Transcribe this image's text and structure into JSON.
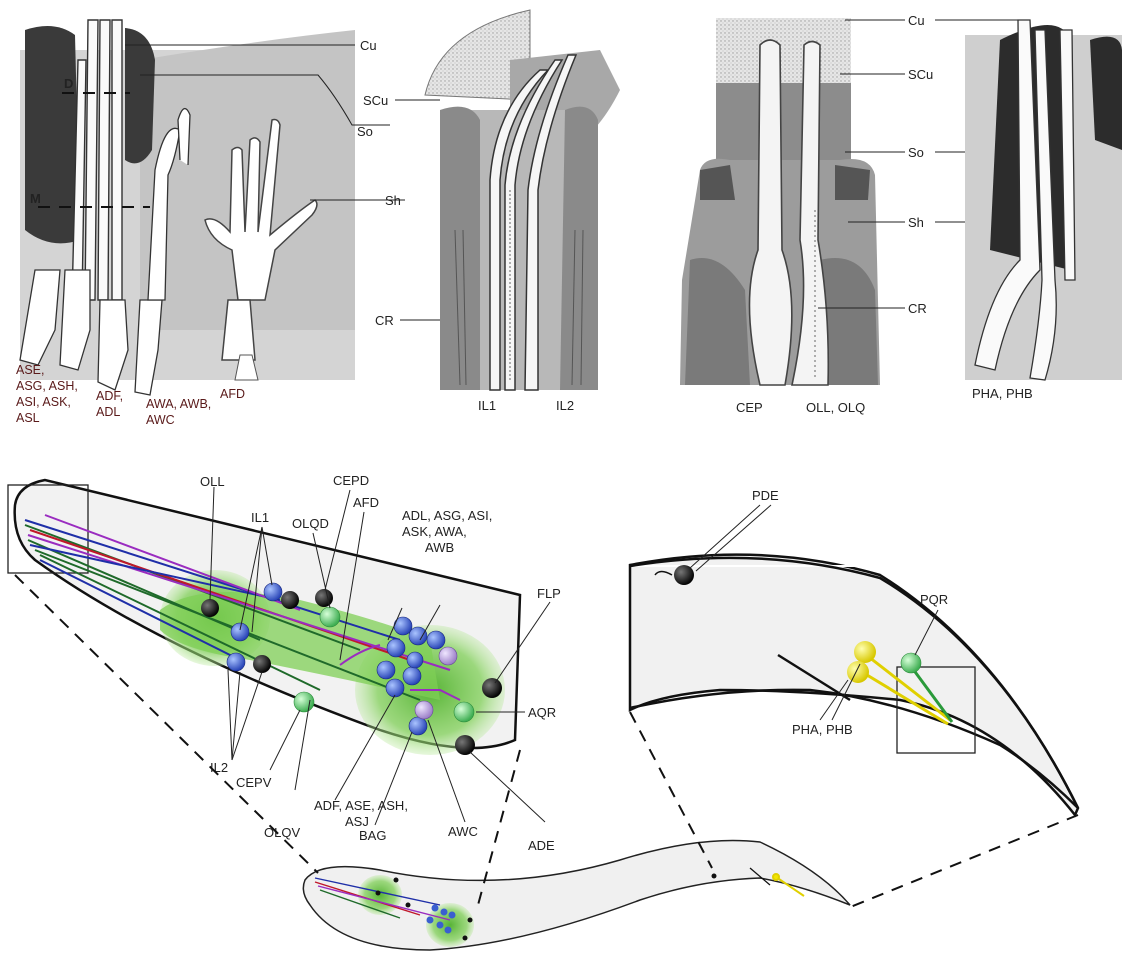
{
  "top_panels": {
    "amphid": {
      "label_D": "D",
      "label_M": "M",
      "neuron_groups": [
        "ASE,",
        "ASG, ASH,",
        "ASI, ASK,",
        "ASL"
      ],
      "adf_group": [
        "ADF,",
        "ADL"
      ],
      "awa_group": [
        "AWA, AWB,",
        "AWC"
      ],
      "afd": "AFD",
      "structures": [
        "Cu",
        "SCu",
        "So",
        "Sh",
        "CR"
      ]
    },
    "inner_labial": {
      "il1": "IL1",
      "il2": "IL2"
    },
    "cephalic": {
      "cep": "CEP",
      "oll": "OLL, OLQ",
      "structures": [
        "Cu",
        "SCu",
        "So",
        "Sh",
        "CR"
      ]
    },
    "phasmid": {
      "label": "PHA, PHB"
    }
  },
  "head_panel": {
    "labels": {
      "oll": "OLL",
      "il1": "IL1",
      "cepd": "CEPD",
      "olqd": "OLQD",
      "afd": "AFD",
      "amphid_group": [
        "ADL, ASG, ASI,",
        "ASK, AWA,",
        "AWB"
      ],
      "flp": "FLP",
      "aqr": "AQR",
      "il2": "IL2",
      "cepv": "CEPV",
      "adf_group": [
        "ADF, ASE, ASH,",
        "ASJ"
      ],
      "olqv": "OLQV",
      "bag": "BAG",
      "awc": "AWC",
      "ade": "ADE"
    }
  },
  "tail_panel": {
    "labels": {
      "pde": "PDE",
      "pqr": "PQR",
      "pha": "PHA, PHB"
    }
  },
  "colors": {
    "green_glow": "#6cc04a",
    "neuron_blue": "#3a5fd0",
    "neuron_black": "#141414",
    "neuron_green": "#6fcf7a",
    "neuron_lilac": "#b8a0d8",
    "neuron_yellow": "#f2e600",
    "dendrite_blue": "#1f2fa8",
    "dendrite_red": "#c0182a",
    "dendrite_purple": "#9a2cc0",
    "dendrite_green": "#1f6a2a",
    "tissue_grey": "#c8c8c8",
    "cuticle_dark": "#3a3a3a"
  }
}
